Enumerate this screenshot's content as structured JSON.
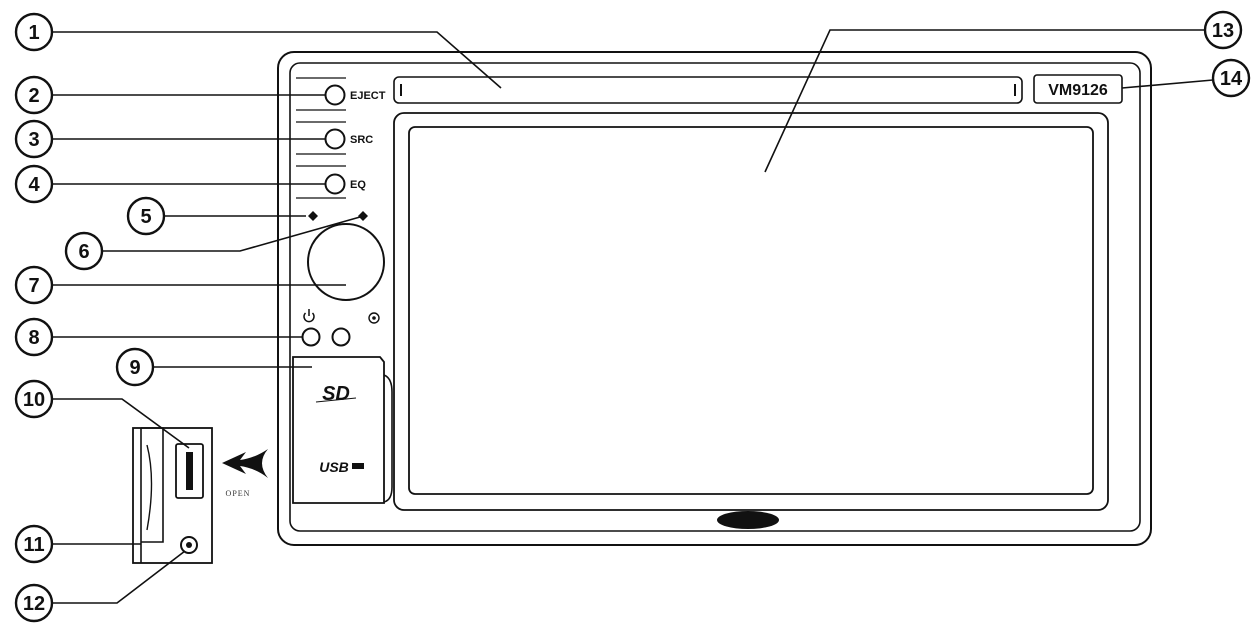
{
  "buttons": {
    "eject": "EJECT",
    "src": "SRC",
    "eq": "EQ"
  },
  "model_label": "VM9126",
  "card_slot": {
    "sd_logo": "SD",
    "usb_logo": "USB",
    "open_label": "OPEN"
  },
  "callouts": [
    {
      "id": 1,
      "label": "1"
    },
    {
      "id": 2,
      "label": "2"
    },
    {
      "id": 3,
      "label": "3"
    },
    {
      "id": 4,
      "label": "4"
    },
    {
      "id": 5,
      "label": "5"
    },
    {
      "id": 6,
      "label": "6"
    },
    {
      "id": 7,
      "label": "7"
    },
    {
      "id": 8,
      "label": "8"
    },
    {
      "id": 9,
      "label": "9"
    },
    {
      "id": 10,
      "label": "10"
    },
    {
      "id": 11,
      "label": "11"
    },
    {
      "id": 12,
      "label": "12"
    },
    {
      "id": 13,
      "label": "13"
    },
    {
      "id": 14,
      "label": "14"
    }
  ],
  "icons": {
    "power": "power-icon",
    "reset": "reset-icon",
    "arrow": "open-arrow-icon",
    "logo": "brand-logo-oval"
  }
}
